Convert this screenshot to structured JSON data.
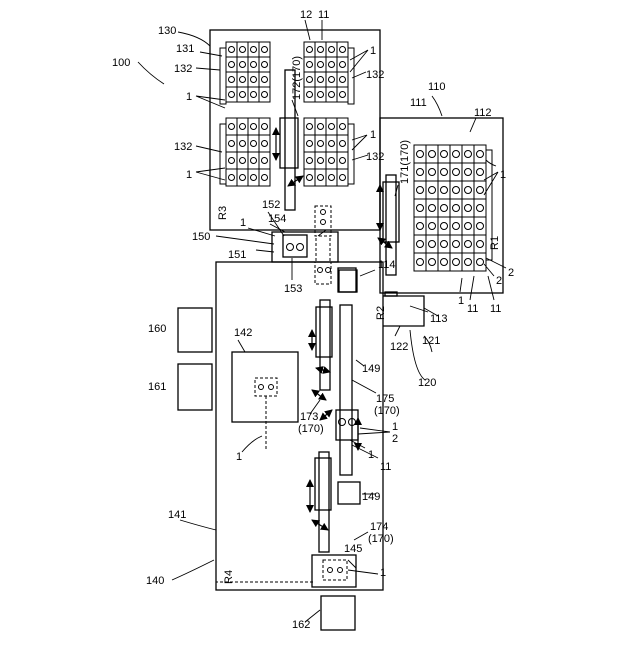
{
  "labels": {
    "system": "100",
    "unit_110": "110",
    "unit_111": "111",
    "unit_112": "112",
    "unit_113": "113",
    "unit_114": "114",
    "unit_120": "120",
    "unit_121": "121",
    "unit_122": "122",
    "unit_130": "130",
    "unit_131": "131",
    "unit_132": "132",
    "unit_140": "140",
    "unit_141": "141",
    "unit_142": "142",
    "unit_145": "145",
    "unit_149": "149",
    "unit_150": "150",
    "unit_151": "151",
    "unit_152": "152",
    "unit_153": "153",
    "unit_154": "154",
    "unit_160": "160",
    "unit_161": "161",
    "unit_162": "162",
    "arm_171": "171(170)",
    "arm_172": "172(170)",
    "arm_173": "173",
    "arm_173_sub": "(170)",
    "arm_174": "174",
    "arm_174_sub": "(170)",
    "arm_175": "175",
    "arm_175_sub": "(170)",
    "ref_1": "1",
    "ref_2": "2",
    "ref_11": "11",
    "ref_12": "12",
    "region_r1": "R1",
    "region_r2": "R2",
    "region_r3": "R3",
    "region_r4": "R4"
  }
}
